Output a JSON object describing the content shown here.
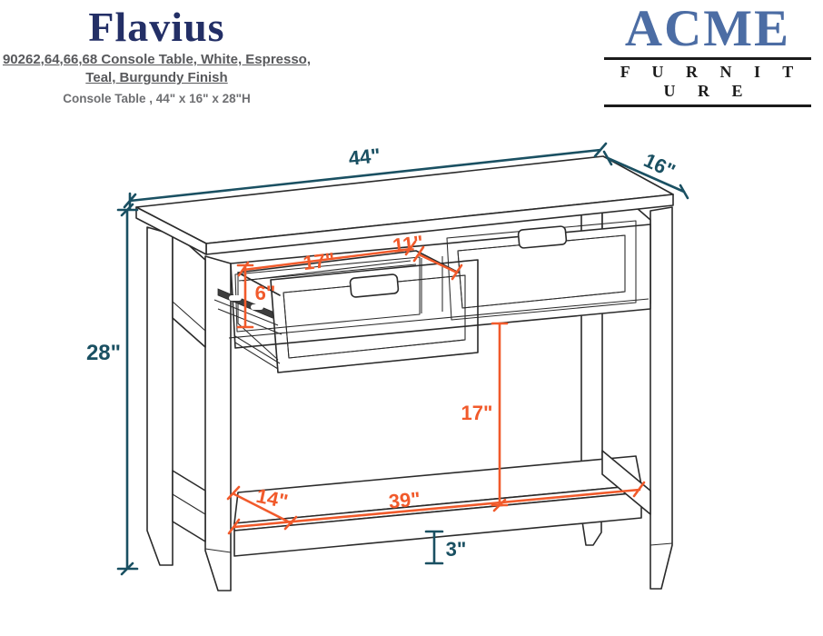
{
  "header": {
    "product_name": "Flavius",
    "sku_line_1": "90262,64,66,68 Console Table, White, Espresso,",
    "sku_line_2": "Teal, Burgundy Finish",
    "spec_line": "Console Table , 44\" x 16\" x 28\"H"
  },
  "brand": {
    "name": "ACME",
    "division": "F U R N I T U R E"
  },
  "diagram": {
    "subject": "console table line drawing, two woven-front drawers (one pulled open), lower shelf",
    "colors": {
      "outline": "#2b2b2b",
      "dimension_teal": "#1a5062",
      "dimension_orange": "#f15a2b"
    },
    "dims": {
      "top_width": "44\"",
      "top_depth": "16\"",
      "overall_height": "28\"",
      "drawer_width": "17\"",
      "drawer_pullout": "11\"",
      "drawer_height": "6\"",
      "shelf_clearance": "17\"",
      "shelf_depth": "14\"",
      "shelf_width": "39\"",
      "base_height": "3\""
    }
  }
}
